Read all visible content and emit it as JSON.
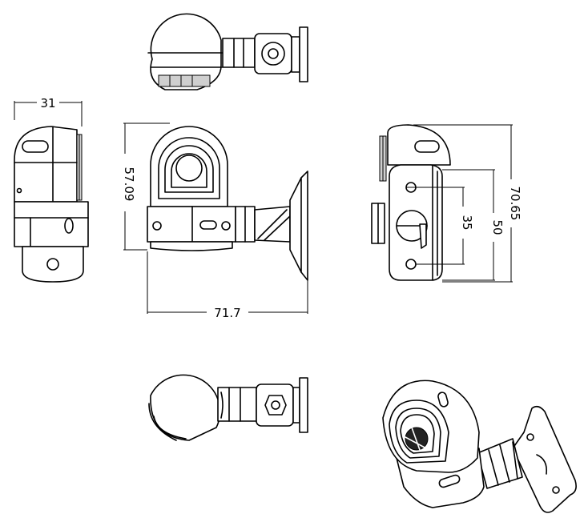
{
  "dimensions": {
    "side_width": "31",
    "front_height": "57.09",
    "front_width": "71.7",
    "back_total_height": "70.65",
    "back_hole_span_outer": "50",
    "back_hole_span_inner": "35"
  }
}
